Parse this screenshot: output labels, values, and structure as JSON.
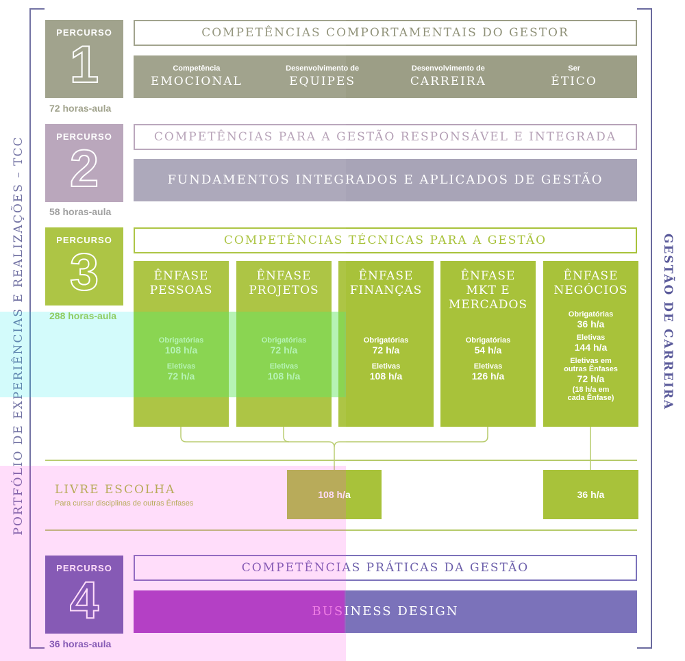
{
  "side": {
    "left_label": "PORTFÓLIO DE EXPERIÊNCIAS E REALIZAÇÕES – TCC",
    "right_label": "GESTÃO DE CARREIRA"
  },
  "colors": {
    "percurso1": "#9c9e86",
    "percurso2": "#b6a2b8",
    "percurso3": "#a8c23a",
    "percurso4": "#6b5eaa",
    "frame": "#6a6a9e"
  },
  "percursos": [
    {
      "label": "PERCURSO",
      "number": "1",
      "hours": "72 horas-aula"
    },
    {
      "label": "PERCURSO",
      "number": "2",
      "hours": "58 horas-aula"
    },
    {
      "label": "PERCURSO",
      "number": "3",
      "hours": "288 horas-aula"
    },
    {
      "label": "PERCURSO",
      "number": "4",
      "hours": "36 horas-aula"
    }
  ],
  "section1": {
    "title": "COMPETÊNCIAS COMPORTAMENTAIS DO GESTOR",
    "competencias": [
      {
        "small": "Competência",
        "big": "EMOCIONAL"
      },
      {
        "small": "Desenvolvimento de",
        "big": "EQUIPES"
      },
      {
        "small": "Desenvolvimento de",
        "big": "CARREIRA"
      },
      {
        "small": "Ser",
        "big": "ÉTICO"
      }
    ]
  },
  "section2": {
    "title": "COMPETÊNCIAS PARA A GESTÃO RESPONSÁVEL E INTEGRADA",
    "bar": "FUNDAMENTOS INTEGRADOS E APLICADOS DE GESTÃO"
  },
  "section3": {
    "title": "COMPETÊNCIAS TÉCNICAS PARA A GESTÃO",
    "enfases": [
      {
        "line1": "ÊNFASE",
        "line2": "PESSOAS",
        "line3": "",
        "ob_label": "Obrigatórias",
        "ob_value": "108 h/a",
        "el_label": "Eletivas",
        "el_value": "72 h/a"
      },
      {
        "line1": "ÊNFASE",
        "line2": "PROJETOS",
        "line3": "",
        "ob_label": "Obrigatórias",
        "ob_value": "72 h/a",
        "el_label": "Eletivas",
        "el_value": "108 h/a"
      },
      {
        "line1": "ÊNFASE",
        "line2": "FINANÇAS",
        "line3": "",
        "ob_label": "Obrigatórias",
        "ob_value": "72 h/a",
        "el_label": "Eletivas",
        "el_value": "108 h/a"
      },
      {
        "line1": "ÊNFASE",
        "line2": "MKT E",
        "line3": "MERCADOS",
        "ob_label": "Obrigatórias",
        "ob_value": "54 h/a",
        "el_label": "Eletivas",
        "el_value": "126 h/a"
      }
    ],
    "negocios": {
      "line1": "ÊNFASE",
      "line2": "NEGÓCIOS",
      "ob_label": "Obrigatórias",
      "ob_value": "36 h/a",
      "el_label": "Eletivas",
      "el_value": "144 h/a",
      "eo_label_1": "Eletivas em",
      "eo_label_2": "outras Ênfases",
      "eo_value": "72 h/a",
      "note_1": "(18 h/a em",
      "note_2": "cada Ênfase)"
    },
    "livre": {
      "title": "LIVRE ESCOLHA",
      "subtitle": "Para cursar disciplinas de outras Ênfases",
      "box_main": "108 h/a",
      "box_negocios": "36 h/a"
    }
  },
  "section4": {
    "title": "COMPETÊNCIAS PRÁTICAS DA GESTÃO",
    "bar": "BUSINESS DESIGN"
  }
}
